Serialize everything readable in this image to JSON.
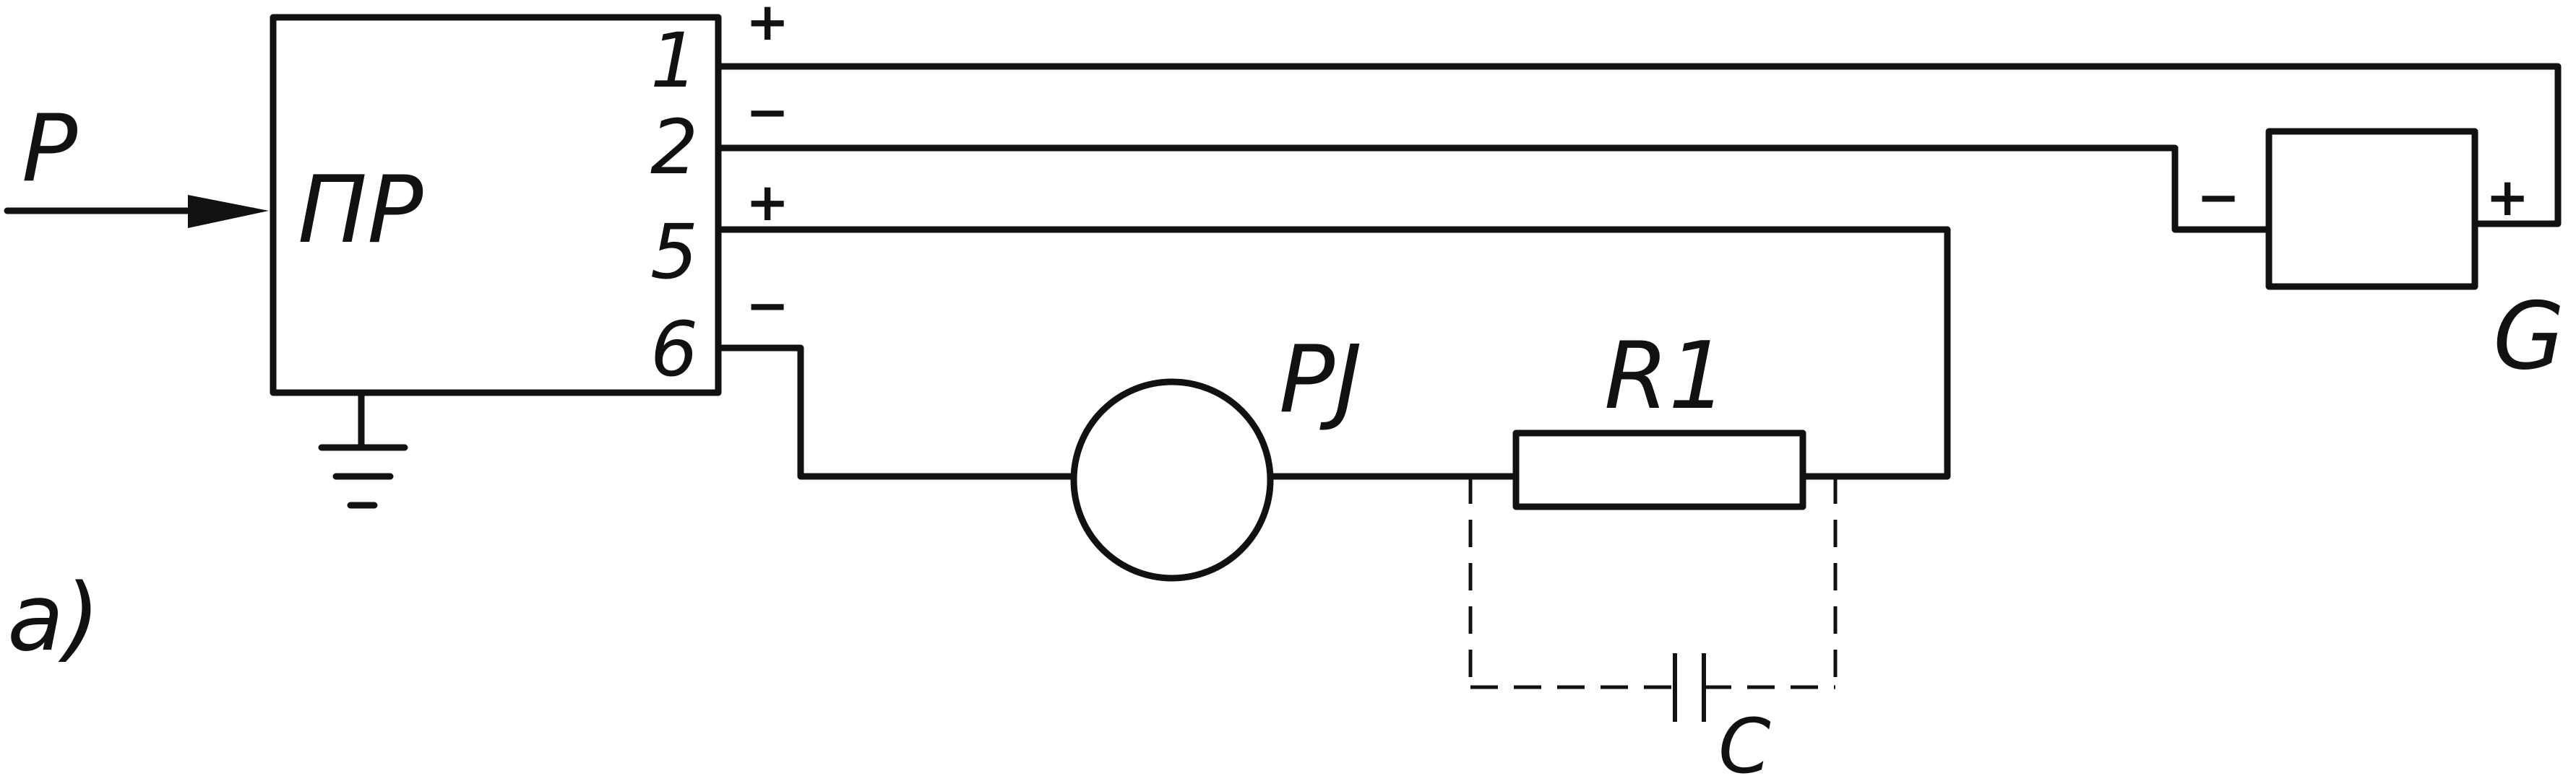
{
  "input_label": "P",
  "converter": {
    "label": "ПР",
    "terminals": [
      {
        "number": "1",
        "sign": "+"
      },
      {
        "number": "2",
        "sign": "−"
      },
      {
        "number": "5",
        "sign": "+"
      },
      {
        "number": "6",
        "sign": "−"
      }
    ]
  },
  "generator": {
    "label": "G",
    "minus": "−",
    "plus": "+"
  },
  "meter": {
    "label": "PJ"
  },
  "resistor": {
    "label": "R1"
  },
  "capacitor": {
    "label": "C"
  },
  "figure_label": "a)"
}
